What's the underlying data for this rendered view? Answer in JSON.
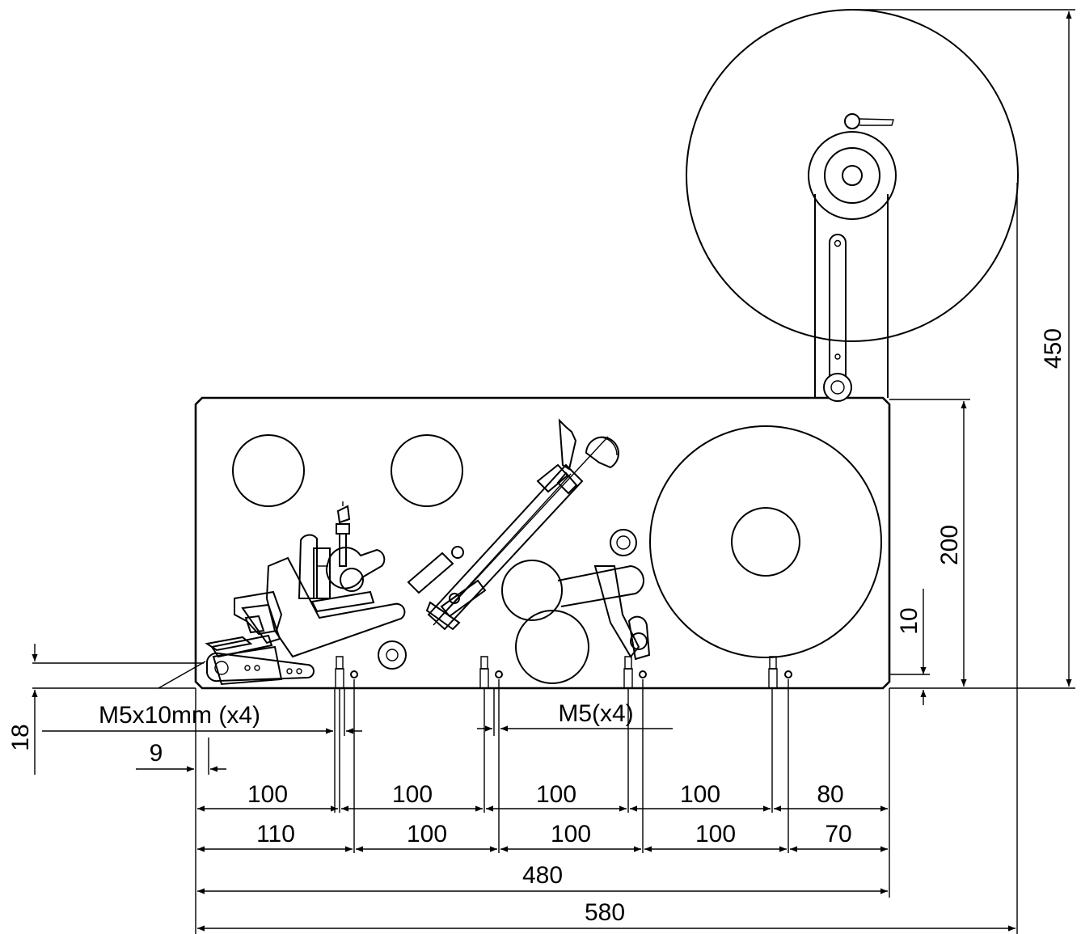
{
  "dimensions": {
    "top_row": [
      "100",
      "100",
      "100",
      "100",
      "80"
    ],
    "second_row": [
      "110",
      "100",
      "100",
      "100",
      "70"
    ],
    "inner_width": "480",
    "total_width": "580",
    "total_height": "450",
    "base_height": "200",
    "foot_offset": "10",
    "left_offset": "18",
    "edge_offset": "9"
  },
  "callouts": {
    "mounting_screws": "M5x10mm (x4)",
    "threaded_holes": "M5(x4)"
  }
}
